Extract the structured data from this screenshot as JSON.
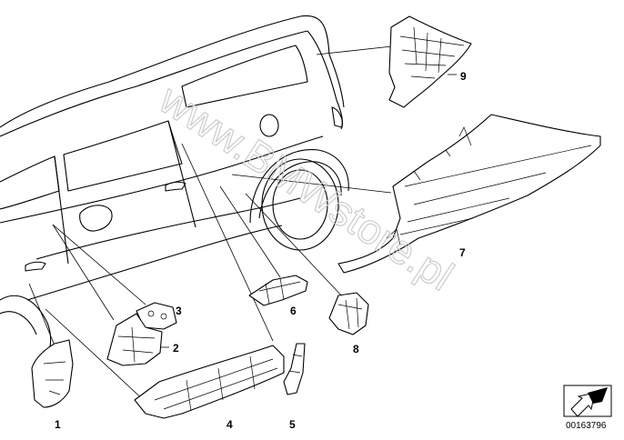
{
  "diagram": {
    "callouts": [
      "1",
      "2",
      "3",
      "4",
      "5",
      "6",
      "7",
      "8",
      "9"
    ],
    "watermark": "www.BMWstore.pl",
    "diagram_number": "00163796"
  }
}
